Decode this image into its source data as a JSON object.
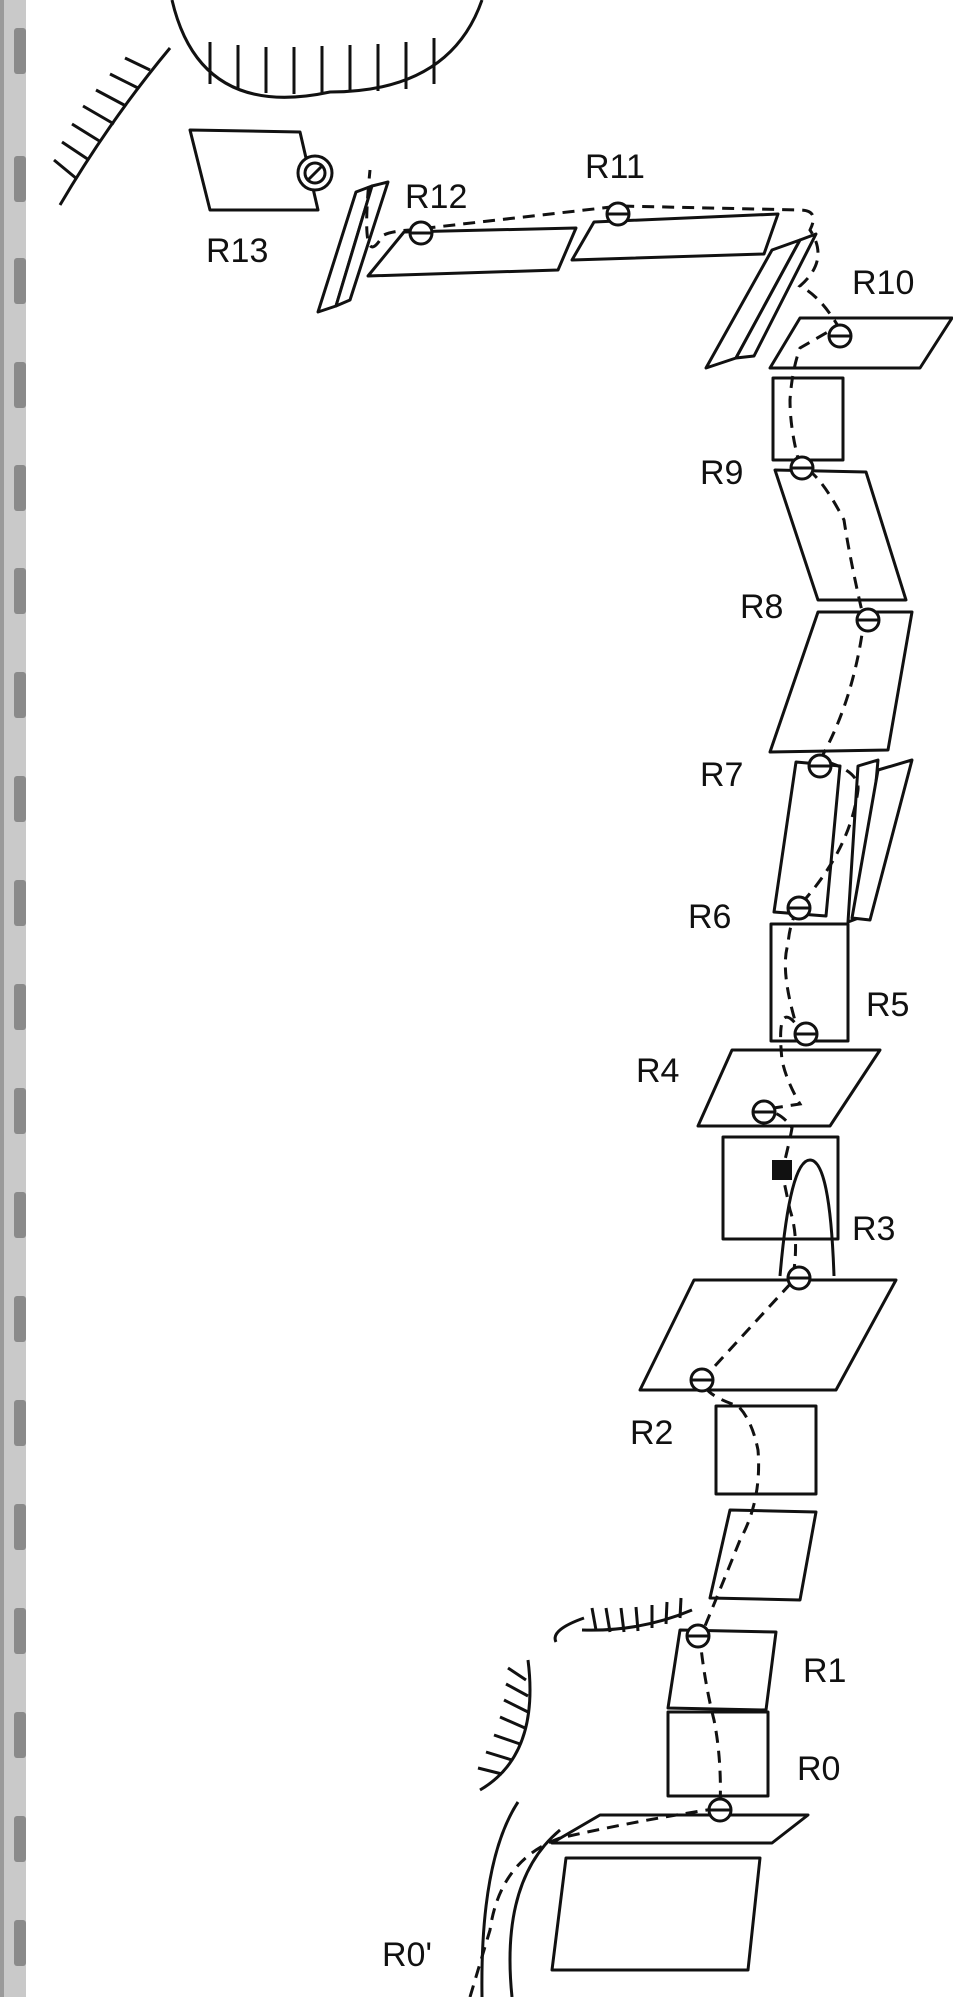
{
  "diagram": {
    "labels": {
      "r0prime": "R0'",
      "r0": "R0",
      "r1": "R1",
      "r2": "R2",
      "r3": "R3",
      "r4": "R4",
      "r5": "R5",
      "r6": "R6",
      "r7": "R7",
      "r8": "R8",
      "r9": "R9",
      "r10": "R10",
      "r11": "R11",
      "r12": "R12",
      "r13": "R13"
    },
    "colors": {
      "ink": "#111111",
      "film_strip": "#c9c9c9",
      "film_hole": "#8a8a8a",
      "background": "#ffffff"
    }
  }
}
